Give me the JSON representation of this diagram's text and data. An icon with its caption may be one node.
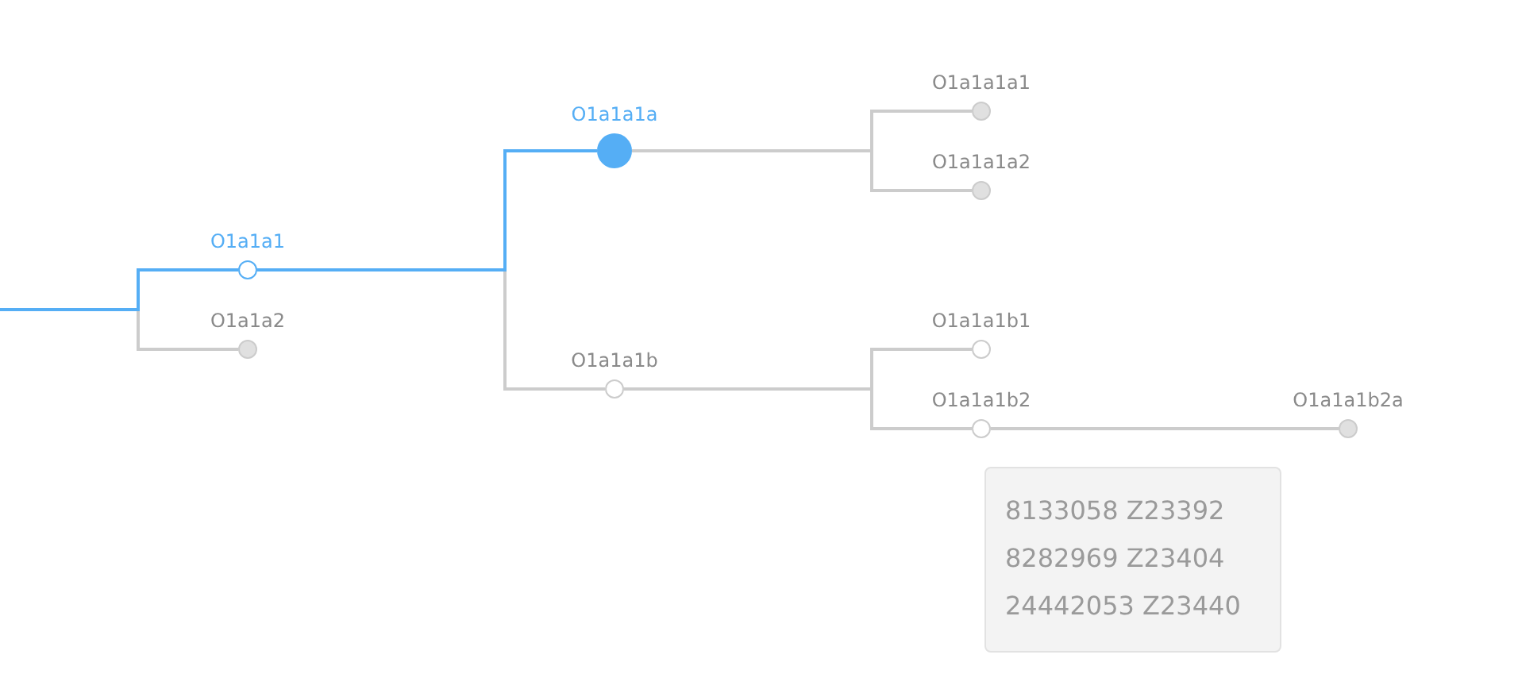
{
  "diagram": {
    "nodes": [
      {
        "text": [
          "O1a1a1"
        ]
      },
      {
        "text": [
          "O1a1a2"
        ]
      },
      {
        "text": [
          "O1a1a1a"
        ]
      },
      {
        "text": [
          "O1a1a1b"
        ]
      },
      {
        "text": [
          "O1a1a1a1"
        ]
      },
      {
        "text": [
          "O1a1a1a2"
        ]
      },
      {
        "text": [
          "O1a1a1b1"
        ]
      },
      {
        "text": [
          "O1a1a1b2"
        ]
      },
      {
        "text": [
          "O1a1a1b2a"
        ]
      },
      {
        "text": [
          "8133058 Z23392",
          "8282969 Z23404",
          "24442053 Z23440"
        ]
      }
    ],
    "edges": [
      {
        "from": null,
        "to": 0,
        "arrow": "none",
        "color": "#55aef5"
      },
      {
        "from": null,
        "to": 1,
        "arrow": "none"
      },
      {
        "from": 0,
        "to": 2,
        "arrow": "none",
        "color": "#55aef5"
      },
      {
        "from": 0,
        "to": 3,
        "arrow": "none"
      },
      {
        "from": 2,
        "to": 4,
        "arrow": "none"
      },
      {
        "from": 2,
        "to": 5,
        "arrow": "none"
      },
      {
        "from": 3,
        "to": 6,
        "arrow": "none"
      },
      {
        "from": 3,
        "to": 7,
        "arrow": "none"
      },
      {
        "from": 7,
        "to": 8,
        "arrow": "none"
      }
    ]
  }
}
